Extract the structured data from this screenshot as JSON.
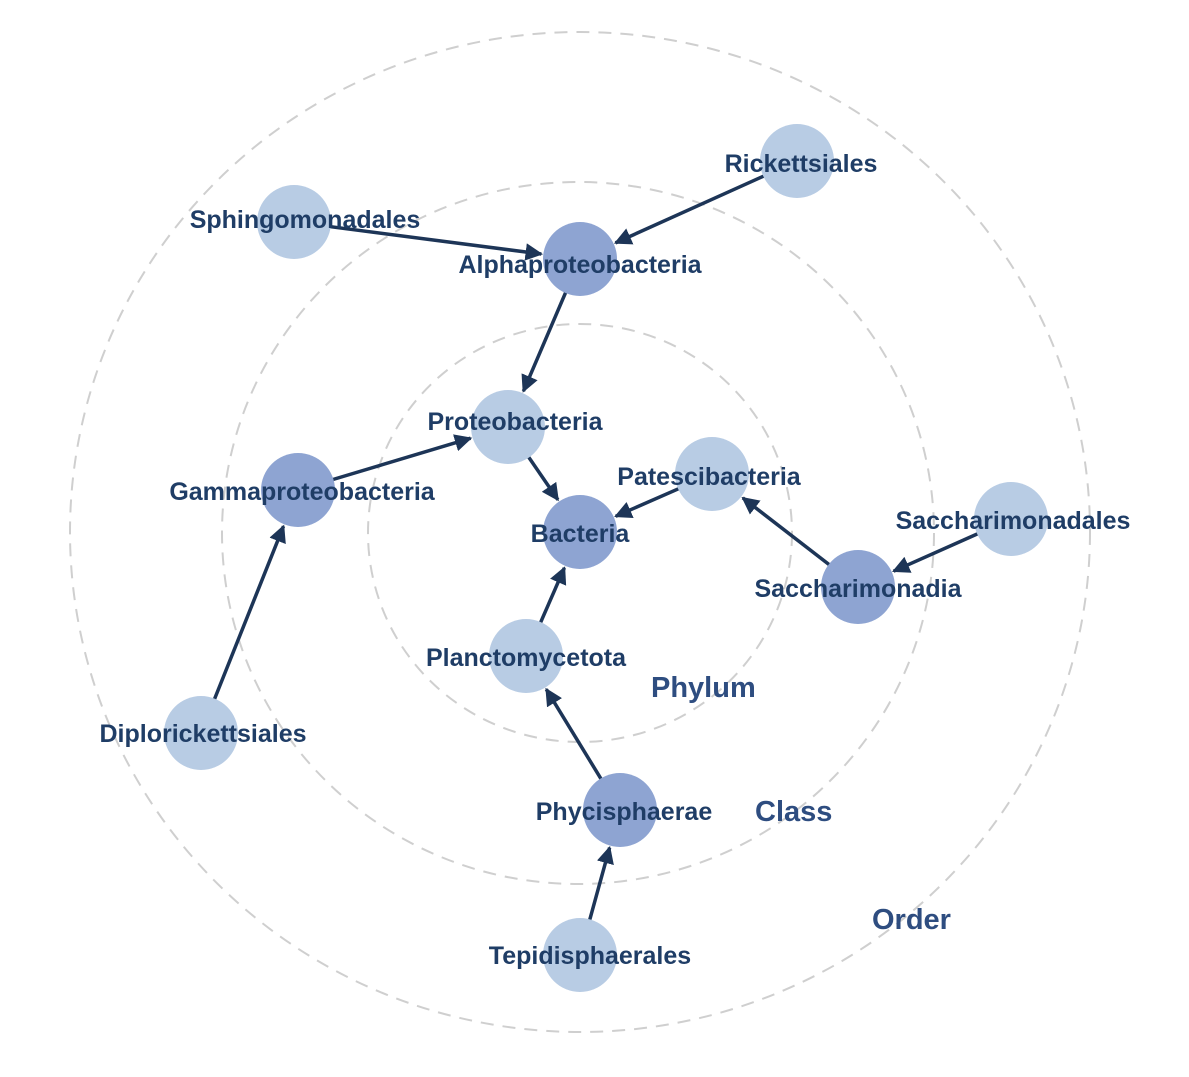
{
  "rings": [
    {
      "id": "phylum",
      "label": "Phylum"
    },
    {
      "id": "class",
      "label": "Class"
    },
    {
      "id": "order",
      "label": "Order"
    }
  ],
  "nodes": [
    {
      "id": "bacteria",
      "label": "Bacteria",
      "level": "root"
    },
    {
      "id": "proteobacteria",
      "label": "Proteobacteria",
      "level": "phylum"
    },
    {
      "id": "patescibacteria",
      "label": "Patescibacteria",
      "level": "phylum"
    },
    {
      "id": "planctomycetota",
      "label": "Planctomycetota",
      "level": "phylum"
    },
    {
      "id": "alphaproteobacteria",
      "label": "Alphaproteobacteria",
      "level": "class"
    },
    {
      "id": "gammaproteobacteria",
      "label": "Gammaproteobacteria",
      "level": "class"
    },
    {
      "id": "saccharimonadia",
      "label": "Saccharimonadia",
      "level": "class"
    },
    {
      "id": "phycisphaerae",
      "label": "Phycisphaerae",
      "level": "class"
    },
    {
      "id": "sphingomonadales",
      "label": "Sphingomonadales",
      "level": "order"
    },
    {
      "id": "rickettsiales",
      "label": "Rickettsiales",
      "level": "order"
    },
    {
      "id": "diplorickettsiales",
      "label": "Diplorickettsiales",
      "level": "order"
    },
    {
      "id": "saccharimonadales",
      "label": "Saccharimonadales",
      "level": "order"
    },
    {
      "id": "tepidisphaerales",
      "label": "Tepidisphaerales",
      "level": "order"
    }
  ],
  "edges": [
    {
      "from": "sphingomonadales",
      "to": "alphaproteobacteria"
    },
    {
      "from": "rickettsiales",
      "to": "alphaproteobacteria"
    },
    {
      "from": "alphaproteobacteria",
      "to": "proteobacteria"
    },
    {
      "from": "gammaproteobacteria",
      "to": "proteobacteria"
    },
    {
      "from": "diplorickettsiales",
      "to": "gammaproteobacteria"
    },
    {
      "from": "proteobacteria",
      "to": "bacteria"
    },
    {
      "from": "patescibacteria",
      "to": "bacteria"
    },
    {
      "from": "saccharimonadia",
      "to": "patescibacteria"
    },
    {
      "from": "saccharimonadales",
      "to": "saccharimonadia"
    },
    {
      "from": "planctomycetota",
      "to": "bacteria"
    },
    {
      "from": "phycisphaerae",
      "to": "planctomycetota"
    },
    {
      "from": "tepidisphaerales",
      "to": "phycisphaerae"
    }
  ],
  "colors": {
    "light_node": "#b8cce4",
    "dark_node": "#8ea4d2",
    "edge": "#1d3557",
    "label": "#1f3d66",
    "ring_label": "#2e4d80",
    "ring": "#cfcfcf"
  }
}
